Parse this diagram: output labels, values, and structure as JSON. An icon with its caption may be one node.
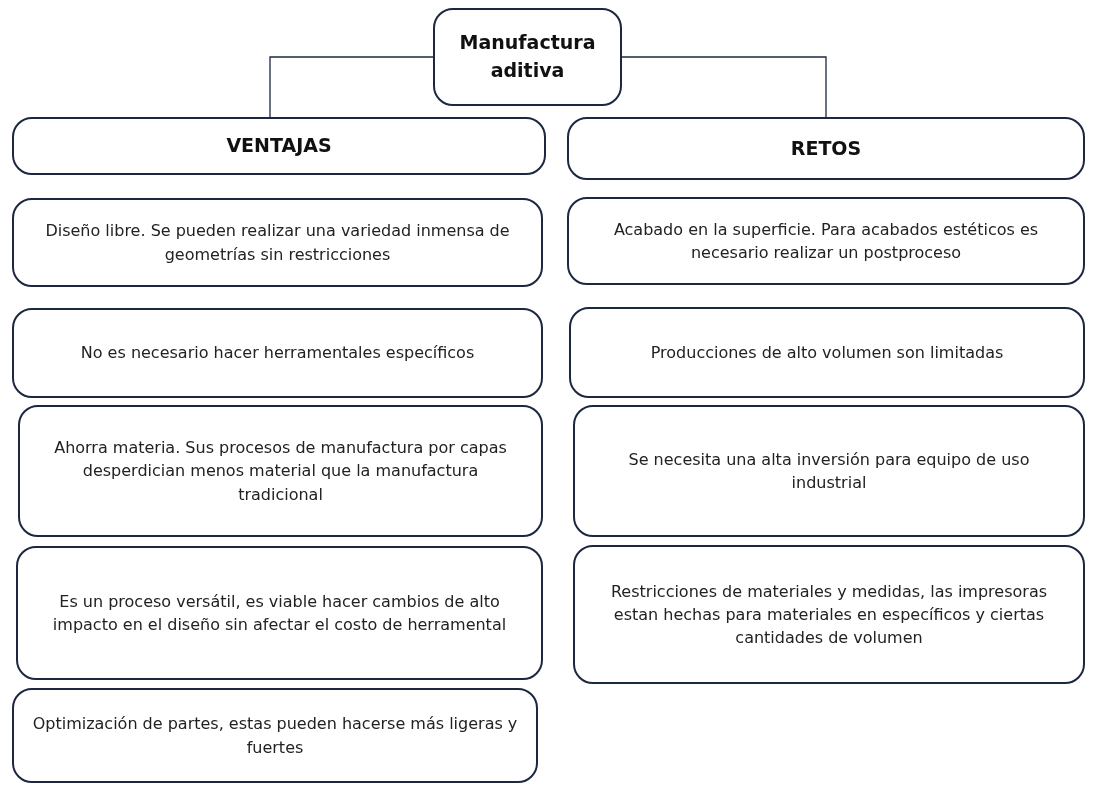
{
  "diagram": {
    "nodes": [
      {
        "text": [
          "Manufactura aditiva"
        ]
      },
      {
        "text": [
          "VENTAJAS"
        ]
      },
      {
        "text": [
          "RETOS"
        ]
      },
      {
        "text": [
          "Diseño libre. Se pueden realizar una variedad inmensa de geometrías sin restricciones"
        ]
      },
      {
        "text": [
          "No es necesario hacer herramentales específicos"
        ]
      },
      {
        "text": [
          "Ahorra materia. Sus procesos de manufactura por capas desperdician menos material que la manufactura tradicional"
        ]
      },
      {
        "text": [
          "Es un proceso versátil, es viable hacer cambios de alto impacto en el diseño sin afectar el costo de herramental"
        ]
      },
      {
        "text": [
          "Optimización de partes, estas pueden hacerse más ligeras y fuertes"
        ]
      },
      {
        "text": [
          "Acabado en la superficie. Para acabados estéticos es necesario realizar un postproceso"
        ]
      },
      {
        "text": [
          "Producciones de alto volumen son limitadas"
        ]
      },
      {
        "text": [
          "Se necesita una alta inversión para equipo de uso industrial"
        ]
      },
      {
        "text": [
          "Restricciones de materiales y medidas, las impresoras estan hechas para materiales en específicos y ciertas cantidades de volumen"
        ]
      }
    ],
    "edges": [
      {
        "from": 0,
        "to": 1,
        "arrow": "none"
      },
      {
        "from": 0,
        "to": 2,
        "arrow": "none"
      }
    ]
  }
}
